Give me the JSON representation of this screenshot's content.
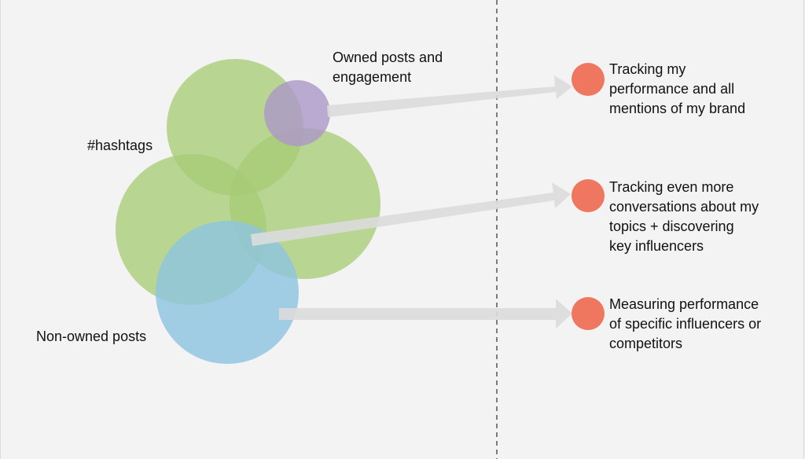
{
  "labels": {
    "owned": "Owned posts and\nengagement",
    "hashtags": "#hashtags",
    "non_owned": "Non-owned posts"
  },
  "outcomes": [
    {
      "text": "Tracking my\nperformance and all\nmentions of my brand"
    },
    {
      "text": "Tracking even more\nconversations about my\ntopics + discovering\nkey influencers"
    },
    {
      "text": "Measuring performance\nof specific influencers or\ncompetitors"
    }
  ],
  "colors": {
    "background": "#f3f3f3",
    "green_circle": "#a7cc76",
    "purple_circle": "#ad98c8",
    "blue_circle": "#8fc5e0",
    "arrow": "#dedede",
    "outcome_dot": "#ef7760",
    "divider": "#555555"
  }
}
